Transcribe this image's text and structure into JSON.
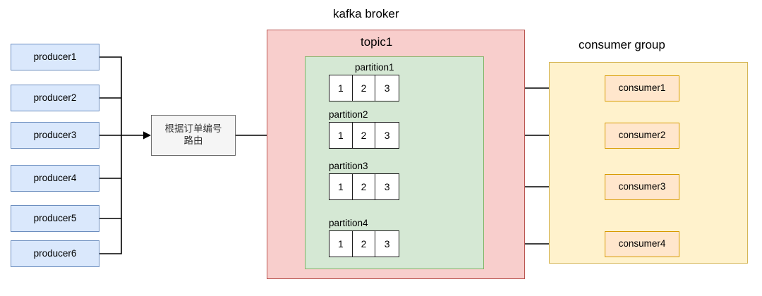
{
  "diagram": {
    "title_broker": "kafka broker",
    "title_topic": "topic1",
    "title_consumer_group": "consumer group",
    "router_line1": "根据订单编号",
    "router_line2": "路由",
    "colors": {
      "producer_fill": "#dae8fc",
      "producer_stroke": "#6c8ebf",
      "broker_fill": "#f8cecc",
      "broker_stroke": "#b85450",
      "topic_fill": "#d5e8d4",
      "topic_stroke": "#82b366",
      "consumer_group_fill": "#fff2cc",
      "consumer_group_stroke": "#d6b656",
      "consumer_fill": "#ffe6cc",
      "consumer_stroke": "#d79b00",
      "router_fill": "#f5f5f5",
      "router_stroke": "#666666",
      "edge": "#000000",
      "partition_stroke": "#1a1a1a"
    },
    "producers": [
      {
        "label": "producer1"
      },
      {
        "label": "producer2"
      },
      {
        "label": "producer3"
      },
      {
        "label": "producer4"
      },
      {
        "label": "producer5"
      },
      {
        "label": "producer6"
      }
    ],
    "partitions": [
      {
        "label": "partition1",
        "cells": [
          "1",
          "2",
          "3"
        ]
      },
      {
        "label": "partition2",
        "cells": [
          "1",
          "2",
          "3"
        ]
      },
      {
        "label": "partition3",
        "cells": [
          "1",
          "2",
          "3"
        ]
      },
      {
        "label": "partition4",
        "cells": [
          "1",
          "2",
          "3"
        ]
      }
    ],
    "consumers": [
      {
        "label": "consumer1"
      },
      {
        "label": "consumer2"
      },
      {
        "label": "consumer3"
      },
      {
        "label": "consumer4"
      }
    ]
  }
}
